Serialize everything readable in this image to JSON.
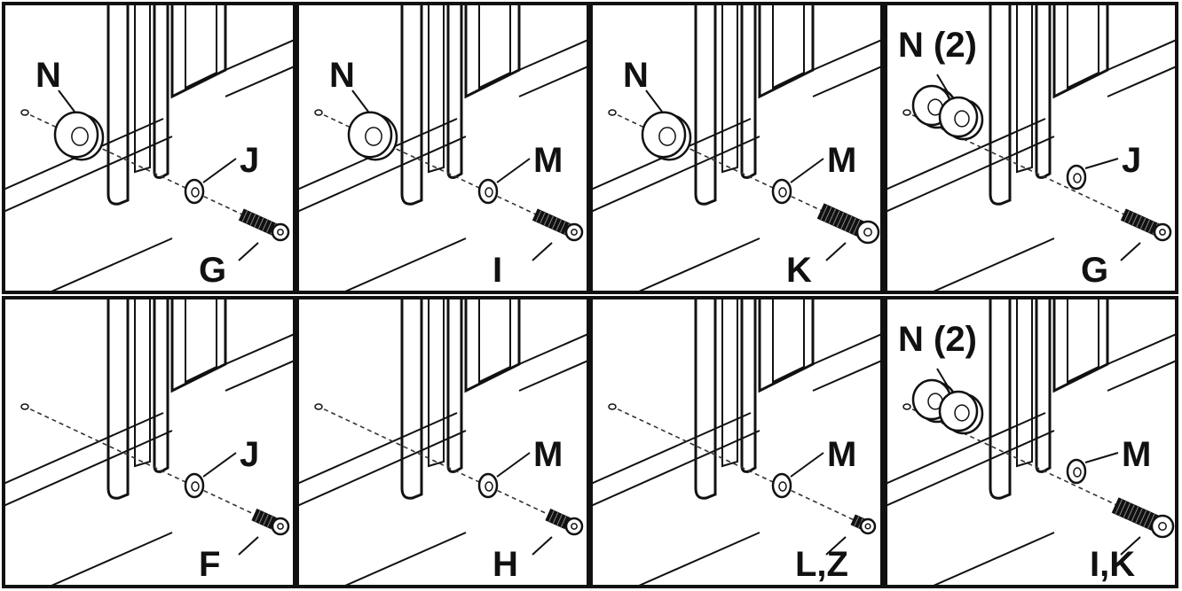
{
  "panels": [
    {
      "row": 0,
      "col": 0,
      "spacer": "N",
      "washer": "J",
      "screw": "G",
      "double_spacer": false,
      "screw_size": "medium"
    },
    {
      "row": 0,
      "col": 1,
      "spacer": "N",
      "washer": "M",
      "screw": "I",
      "double_spacer": false,
      "screw_size": "medium"
    },
    {
      "row": 0,
      "col": 2,
      "spacer": "N",
      "washer": "M",
      "screw": "K",
      "double_spacer": false,
      "screw_size": "large"
    },
    {
      "row": 0,
      "col": 3,
      "spacer": "N (2)",
      "washer": "J",
      "screw": "G",
      "double_spacer": true,
      "screw_size": "medium"
    },
    {
      "row": 1,
      "col": 0,
      "spacer": "",
      "washer": "J",
      "screw": "F",
      "double_spacer": false,
      "screw_size": "short"
    },
    {
      "row": 1,
      "col": 1,
      "spacer": "",
      "washer": "M",
      "screw": "H",
      "double_spacer": false,
      "screw_size": "short"
    },
    {
      "row": 1,
      "col": 2,
      "spacer": "",
      "washer": "M",
      "screw": "L,Z",
      "double_spacer": false,
      "screw_size": "tiny"
    },
    {
      "row": 1,
      "col": 3,
      "spacer": "N (2)",
      "washer": "M",
      "screw": "I,K",
      "double_spacer": true,
      "screw_size": "large"
    }
  ]
}
